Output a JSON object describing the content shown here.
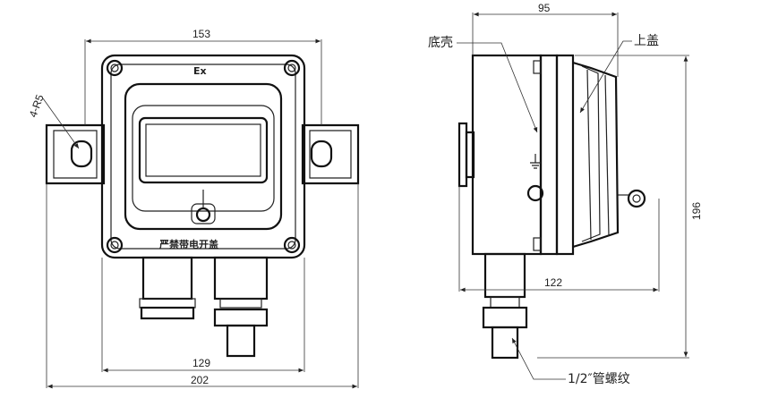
{
  "front_view": {
    "dim_top": "153",
    "dim_hole": "4-R5",
    "marking_ex": "Ex",
    "nameplate": "严禁带电开盖",
    "dim_inner_width": "129",
    "dim_outer_width": "202"
  },
  "side_view": {
    "dim_depth_top": "95",
    "label_base": "底壳",
    "label_cover": "上盖",
    "dim_height": "196",
    "dim_depth_body": "122",
    "label_thread": "1/2″管螺纹"
  }
}
